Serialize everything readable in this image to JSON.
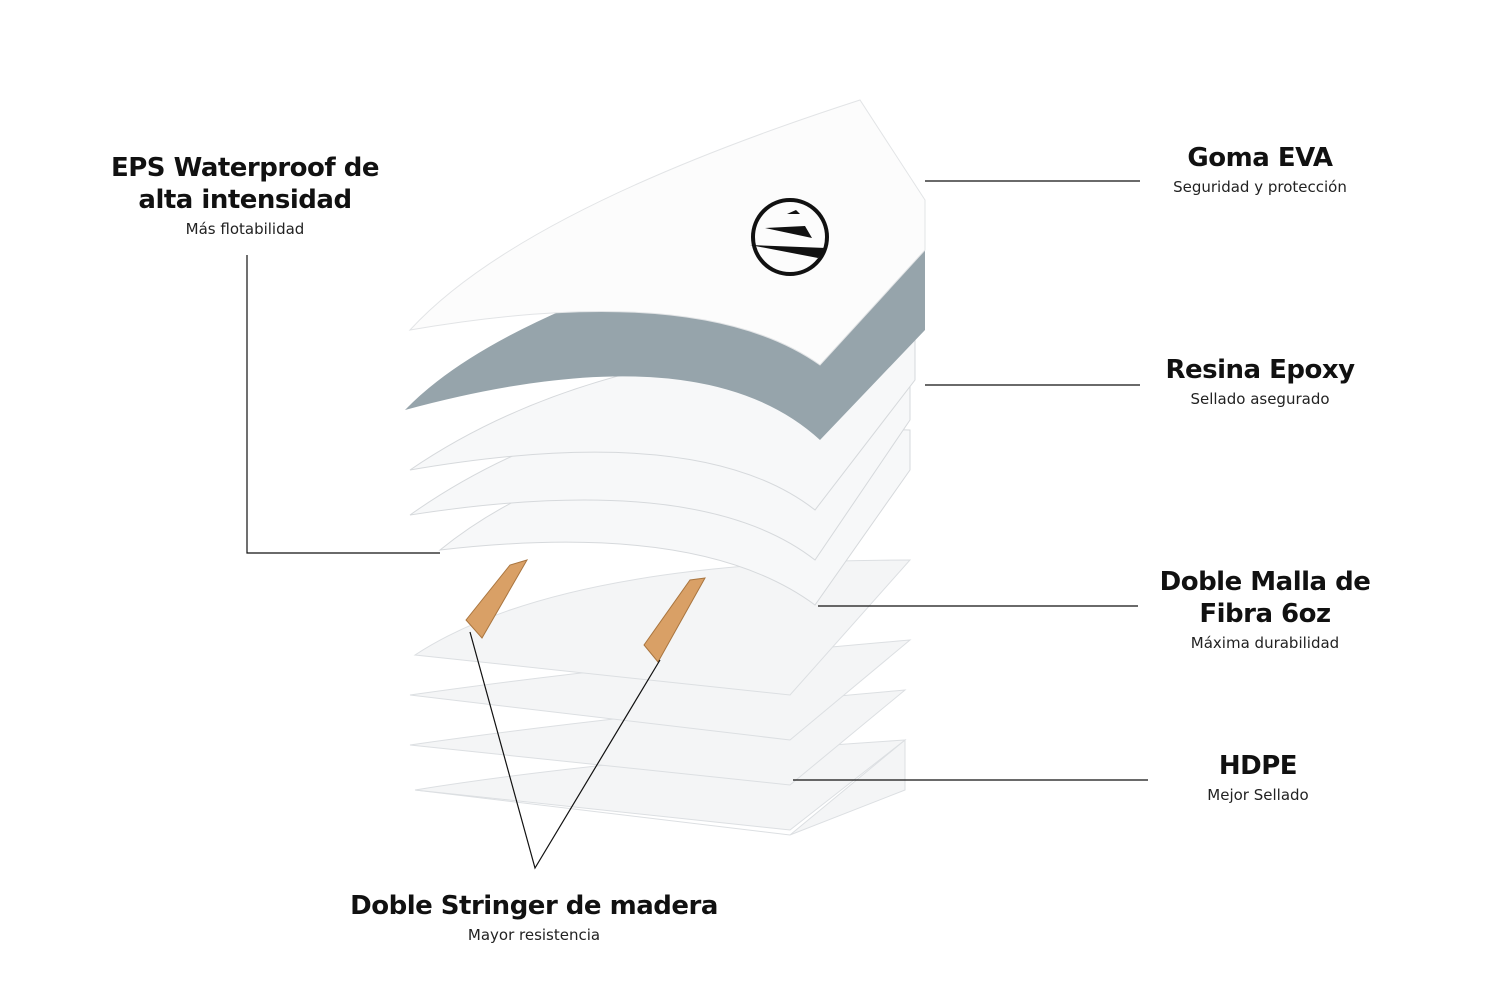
{
  "labels": {
    "eps": {
      "title1": "EPS Waterproof de",
      "title2": "alta intensidad",
      "sub": "Más flotabilidad"
    },
    "goma": {
      "title": "Goma EVA",
      "sub": "Seguridad y protección"
    },
    "resina": {
      "title": "Resina Epoxy",
      "sub": "Sellado asegurado"
    },
    "malla": {
      "title1": "Doble Malla de",
      "title2": "Fibra 6oz",
      "sub": "Máxima durabilidad"
    },
    "hdpe": {
      "title": "HDPE",
      "sub": "Mejor Sellado"
    },
    "stringer": {
      "title": "Doble Stringer de madera",
      "sub": "Mayor resistencia"
    }
  },
  "colors": {
    "eva": "#8f9ea6",
    "wood": "#d9a066",
    "line": "#111111"
  }
}
